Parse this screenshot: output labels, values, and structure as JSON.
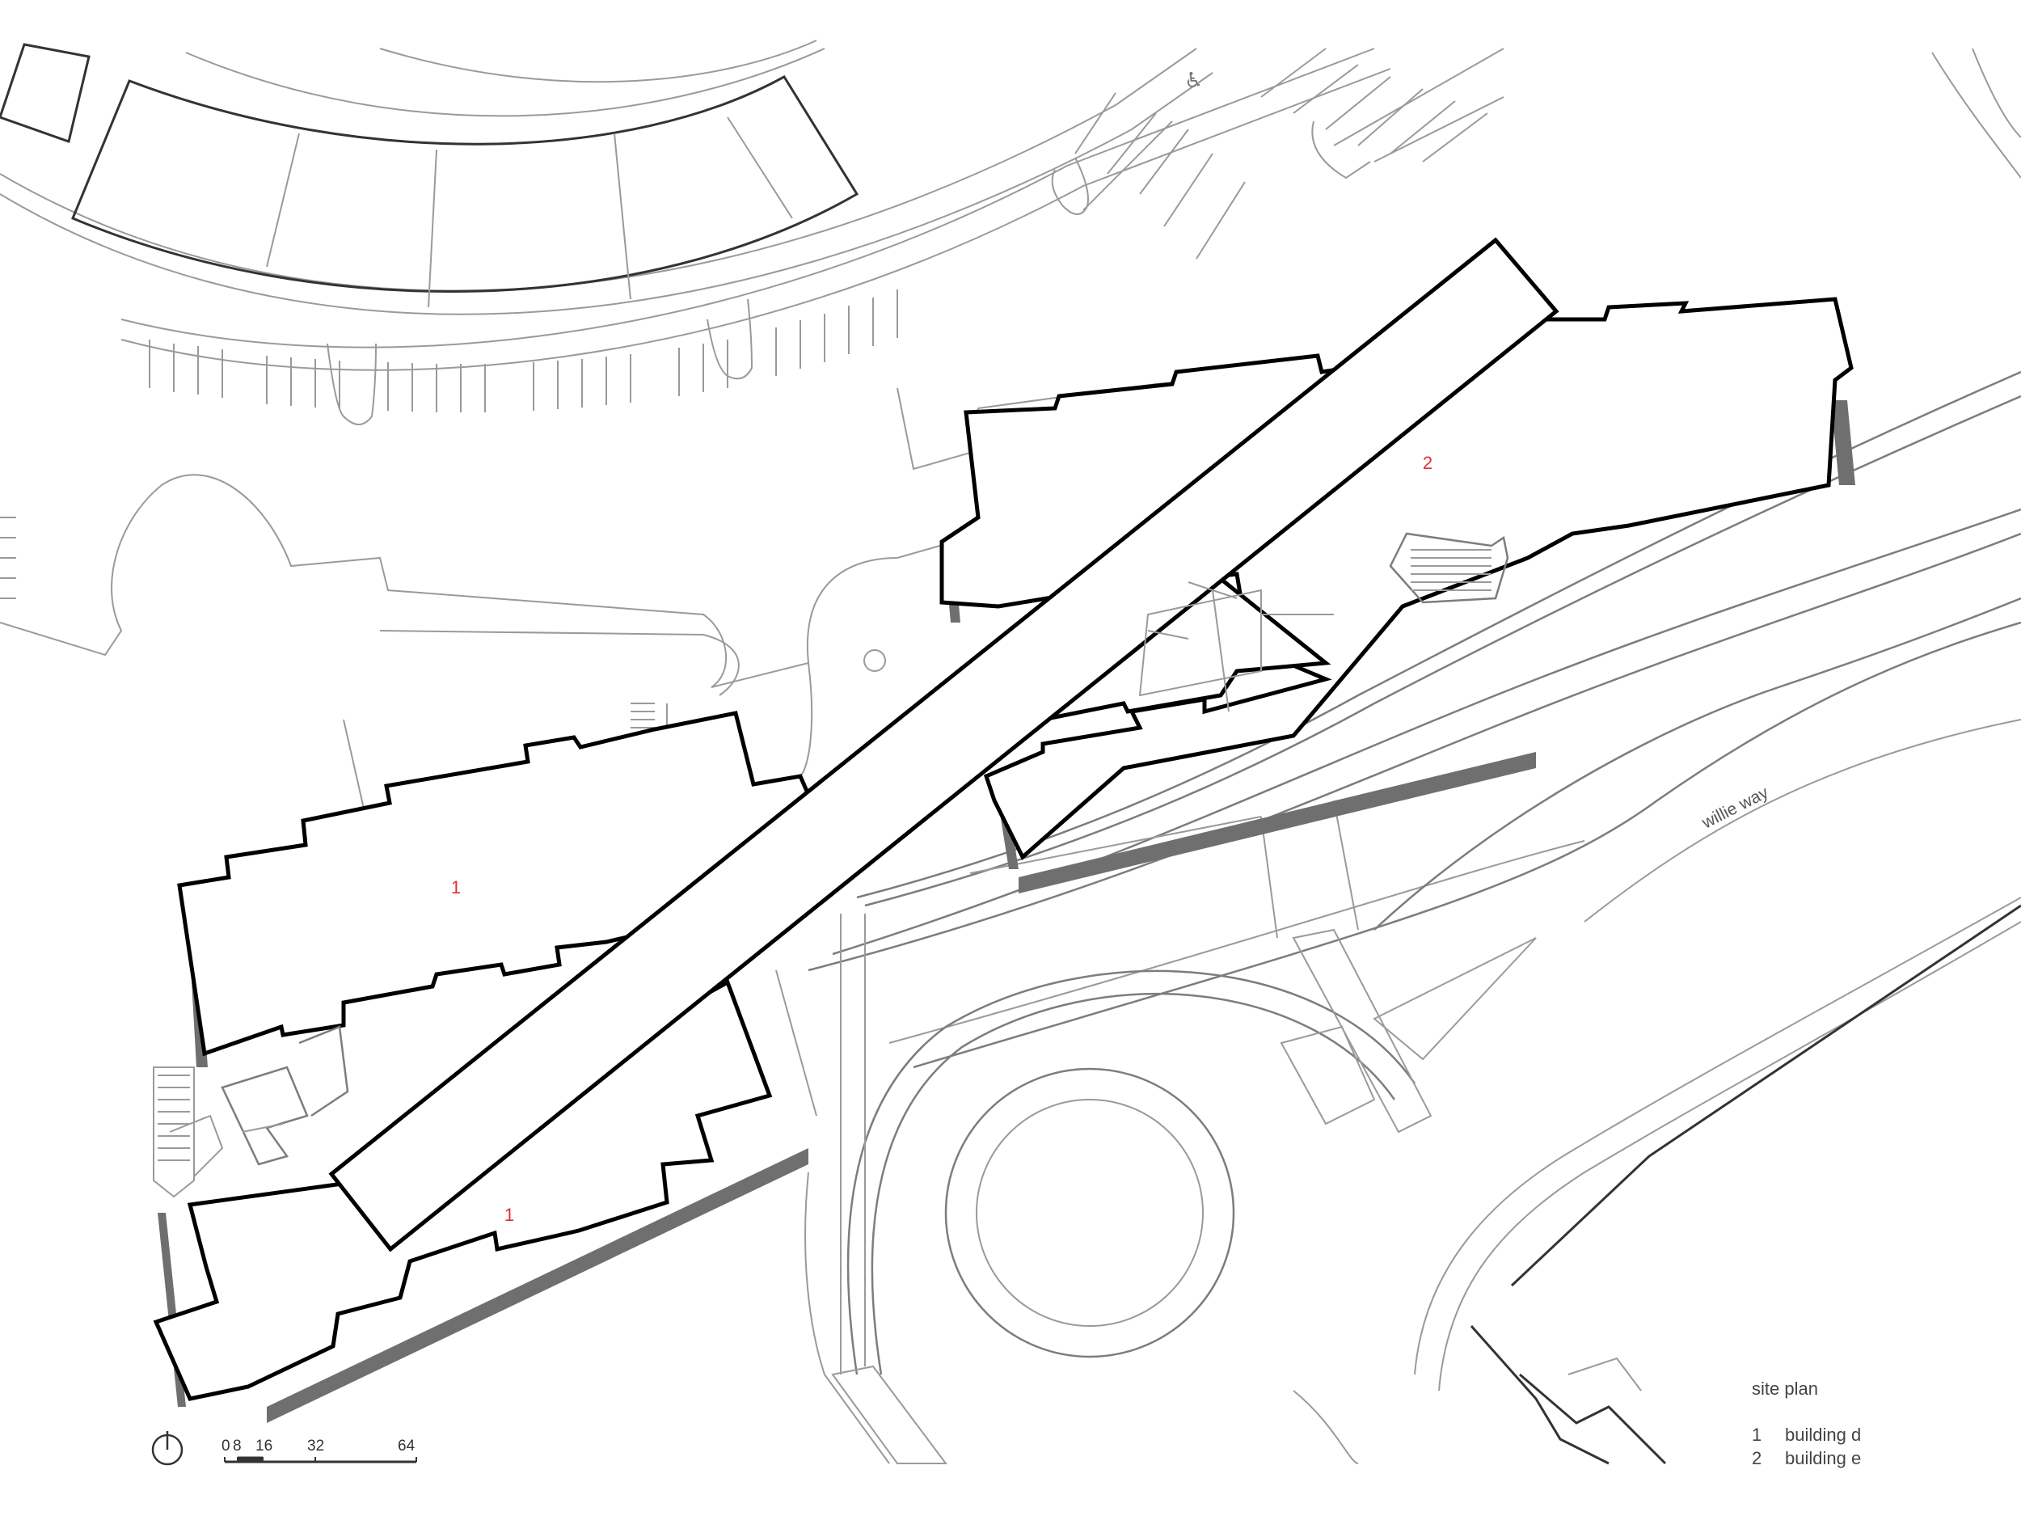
{
  "plan": {
    "title": "site plan",
    "street_name": "willie way",
    "building_numbers": [
      "1",
      "1",
      "2"
    ],
    "number_color": "#e03030",
    "legend": [
      {
        "number": "1",
        "label": "building d"
      },
      {
        "number": "2",
        "label": "building e"
      }
    ],
    "scale_bar": {
      "ticks": [
        "0",
        "8",
        "16",
        "32",
        "64"
      ]
    },
    "north_arrow": "north-arrow-icon"
  }
}
